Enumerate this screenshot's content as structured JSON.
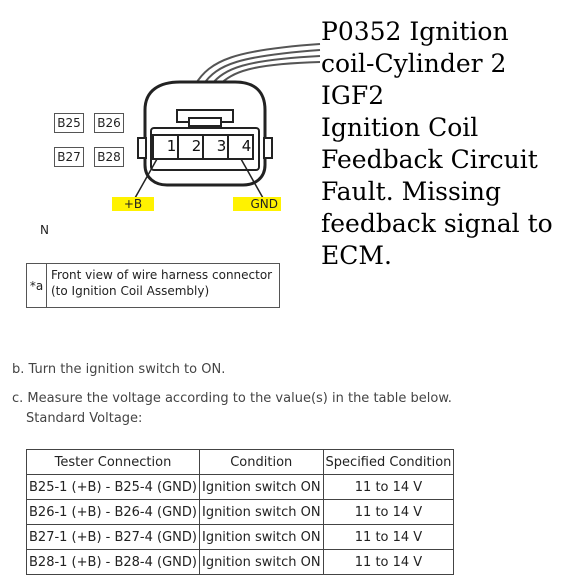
{
  "overlay": {
    "lines": [
      "P0352 Ignition",
      "coil-Cylinder 2",
      "IGF2",
      "Ignition Coil",
      "Feedback Circuit",
      "Fault. Missing",
      "feedback signal to",
      "ECM."
    ]
  },
  "diagram": {
    "connectors": [
      "B25",
      "B26",
      "B27",
      "B28"
    ],
    "pins": [
      "1",
      "2",
      "3",
      "4"
    ],
    "plus_b": "+B",
    "gnd": "GND",
    "n_label": "N"
  },
  "legend": {
    "key": "*a",
    "line1": "Front view of wire harness connector",
    "line2": "(to Ignition Coil Assembly)"
  },
  "steps": {
    "b": "b. Turn the ignition switch to ON.",
    "c": "c. Measure the voltage according to the value(s) in the table below.",
    "standard": "Standard Voltage:"
  },
  "table": {
    "headers": [
      "Tester Connection",
      "Condition",
      "Specified Condition"
    ],
    "rows": [
      [
        "B25-1 (+B) - B25-4 (GND)",
        "Ignition switch ON",
        "11 to 14 V"
      ],
      [
        "B26-1 (+B) - B26-4 (GND)",
        "Ignition switch ON",
        "11 to 14 V"
      ],
      [
        "B27-1 (+B) - B27-4 (GND)",
        "Ignition switch ON",
        "11 to 14 V"
      ],
      [
        "B28-1 (+B) - B28-4 (GND)",
        "Ignition switch ON",
        "11 to 14 V"
      ]
    ]
  }
}
